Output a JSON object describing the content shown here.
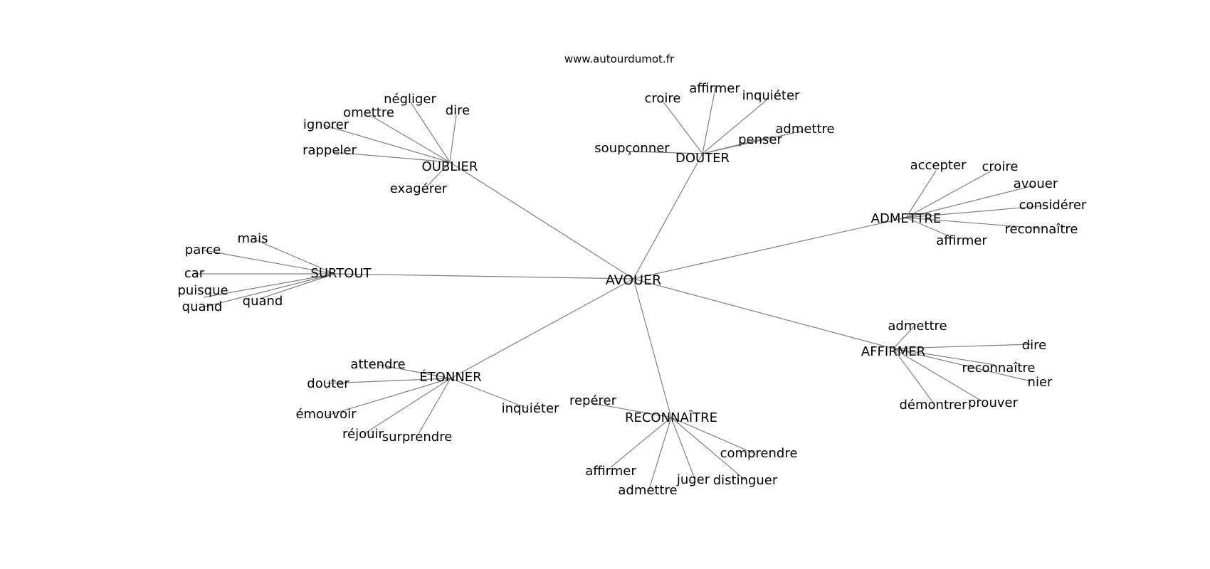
{
  "page": {
    "site": "www.autourdumot.fr",
    "edge_color": "#808080",
    "text_color": "#000000",
    "background": "#ffffff"
  },
  "graph": {
    "center": "AVOUER",
    "hubs": [
      {
        "label": "OUBLIER",
        "neighbors": [
          "négliger",
          "dire",
          "omettre",
          "ignorer",
          "rappeler",
          "exagérer"
        ]
      },
      {
        "label": "DOUTER",
        "neighbors": [
          "croire",
          "affirmer",
          "inquiéter",
          "admettre",
          "penser",
          "soupçonner"
        ]
      },
      {
        "label": "ADMETTRE",
        "neighbors": [
          "accepter",
          "croire",
          "avouer",
          "considérer",
          "reconnaître",
          "affirmer"
        ]
      },
      {
        "label": "SURTOUT",
        "neighbors": [
          "mais",
          "parce",
          "car",
          "puisque",
          "quand",
          "quand"
        ]
      },
      {
        "label": "AFFIRMER",
        "neighbors": [
          "admettre",
          "dire",
          "reconnaître",
          "nier",
          "prouver",
          "démontrer"
        ]
      },
      {
        "label": "ÉTONNER",
        "neighbors": [
          "attendre",
          "douter",
          "émouvoir",
          "réjouir",
          "surprendre",
          "inquiéter"
        ]
      },
      {
        "label": "RECONNAÎTRE",
        "neighbors": [
          "repérer",
          "comprendre",
          "distinguer",
          "juger",
          "admettre",
          "affirmer"
        ]
      }
    ]
  }
}
